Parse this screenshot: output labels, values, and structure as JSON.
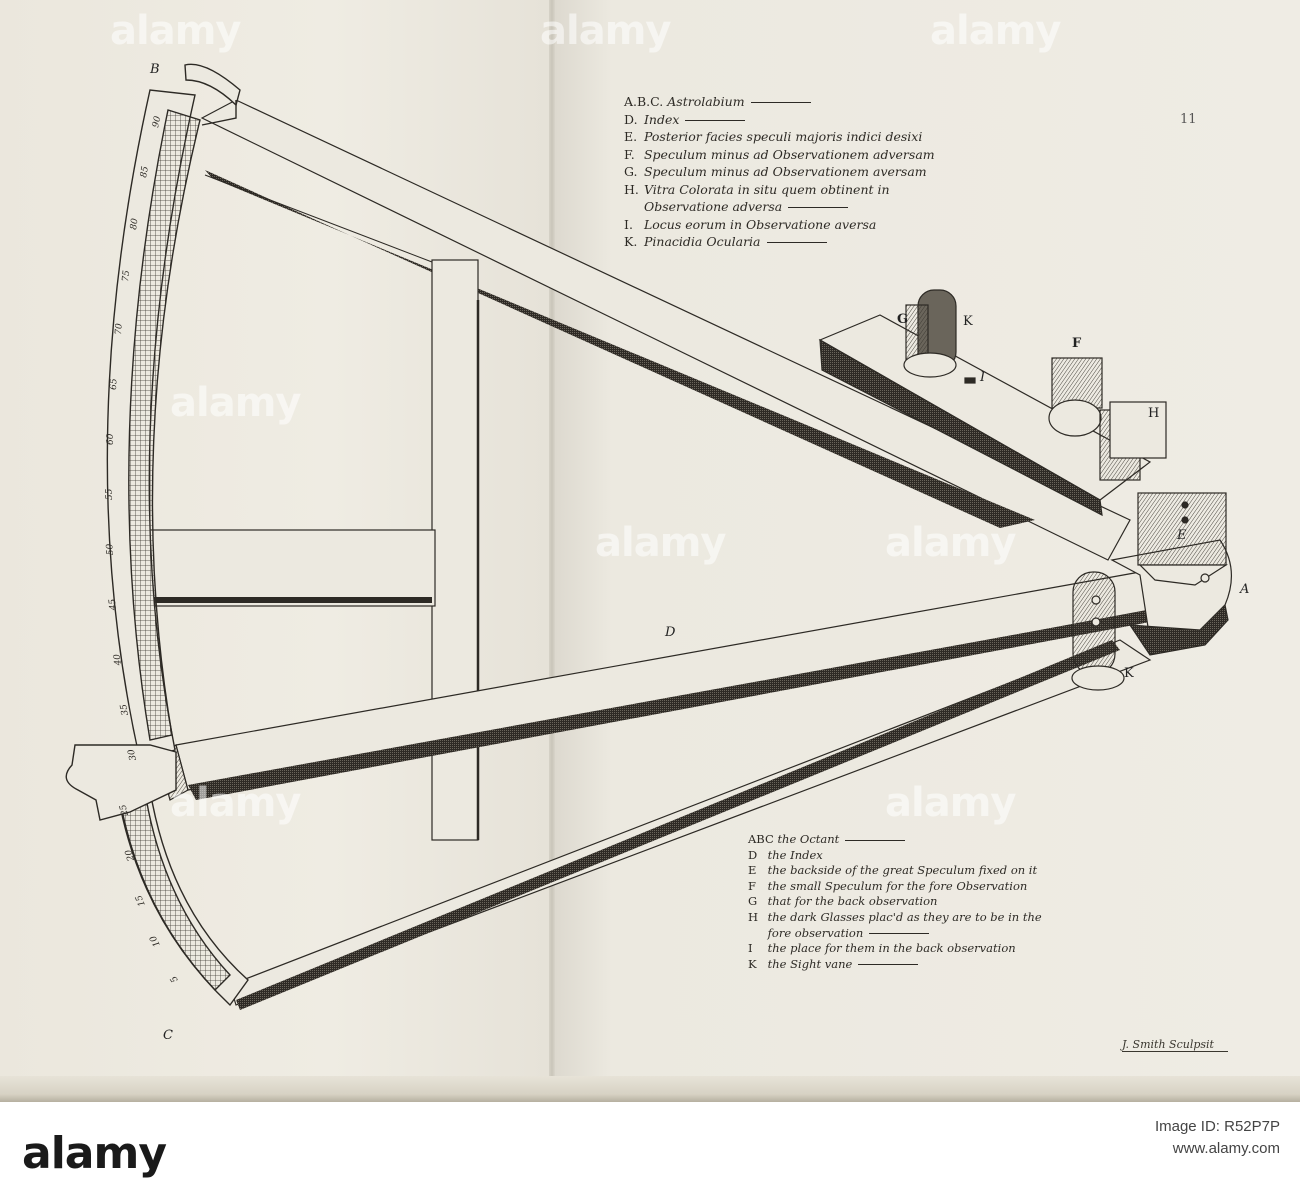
{
  "labels": {
    "B": "B",
    "C": "C",
    "A": "A",
    "D": "D",
    "F": "F",
    "G": "G",
    "K_top": "K",
    "K_bottom": "K",
    "H": "H",
    "I": "I",
    "E": "E"
  },
  "scale_numbers": [
    "90",
    "85",
    "80",
    "75",
    "70",
    "65",
    "60",
    "55",
    "50",
    "45",
    "40",
    "35",
    "30",
    "25",
    "20",
    "15",
    "10",
    "5"
  ],
  "legend_latin": [
    {
      "key": "A.B.C.",
      "text": "Astrolabium"
    },
    {
      "key": "D.",
      "text": "Index"
    },
    {
      "key": "E.",
      "text": "Posterior facies speculi majoris indici desixi"
    },
    {
      "key": "F.",
      "text": "Speculum minus ad Observationem adversam"
    },
    {
      "key": "G.",
      "text": "Speculum minus ad Observationem aversam"
    },
    {
      "key": "H.",
      "text": "Vitra Colorata in situ quem obtinent in"
    },
    {
      "key": "",
      "text": "Observatione adversa"
    },
    {
      "key": "I.",
      "text": "Locus eorum in Observatione aversa"
    },
    {
      "key": "K.",
      "text": "Pinacidia Ocularia"
    }
  ],
  "legend_english": [
    {
      "key": "ABC",
      "text": "the Octant"
    },
    {
      "key": "D",
      "text": "the Index"
    },
    {
      "key": "E",
      "text": "the backside of the great Speculum fixed on it"
    },
    {
      "key": "F",
      "text": "the small Speculum for the fore Observation"
    },
    {
      "key": "G",
      "text": "that for the back observation"
    },
    {
      "key": "H",
      "text": "the dark Glasses plac'd as they are to be in the"
    },
    {
      "key": "",
      "text": "fore observation"
    },
    {
      "key": "I",
      "text": "the place for them in the back observation"
    },
    {
      "key": "K",
      "text": "the Sight vane"
    }
  ],
  "signature": "J. Smith Sculpsit",
  "page_mark": "11",
  "watermark": "alamy",
  "footer": {
    "logo": "alamy",
    "image_id": "Image ID: R52P7P",
    "site": "www.alamy.com"
  },
  "colors": {
    "paper": "#eeebe2",
    "ink": "#2d2a25"
  }
}
